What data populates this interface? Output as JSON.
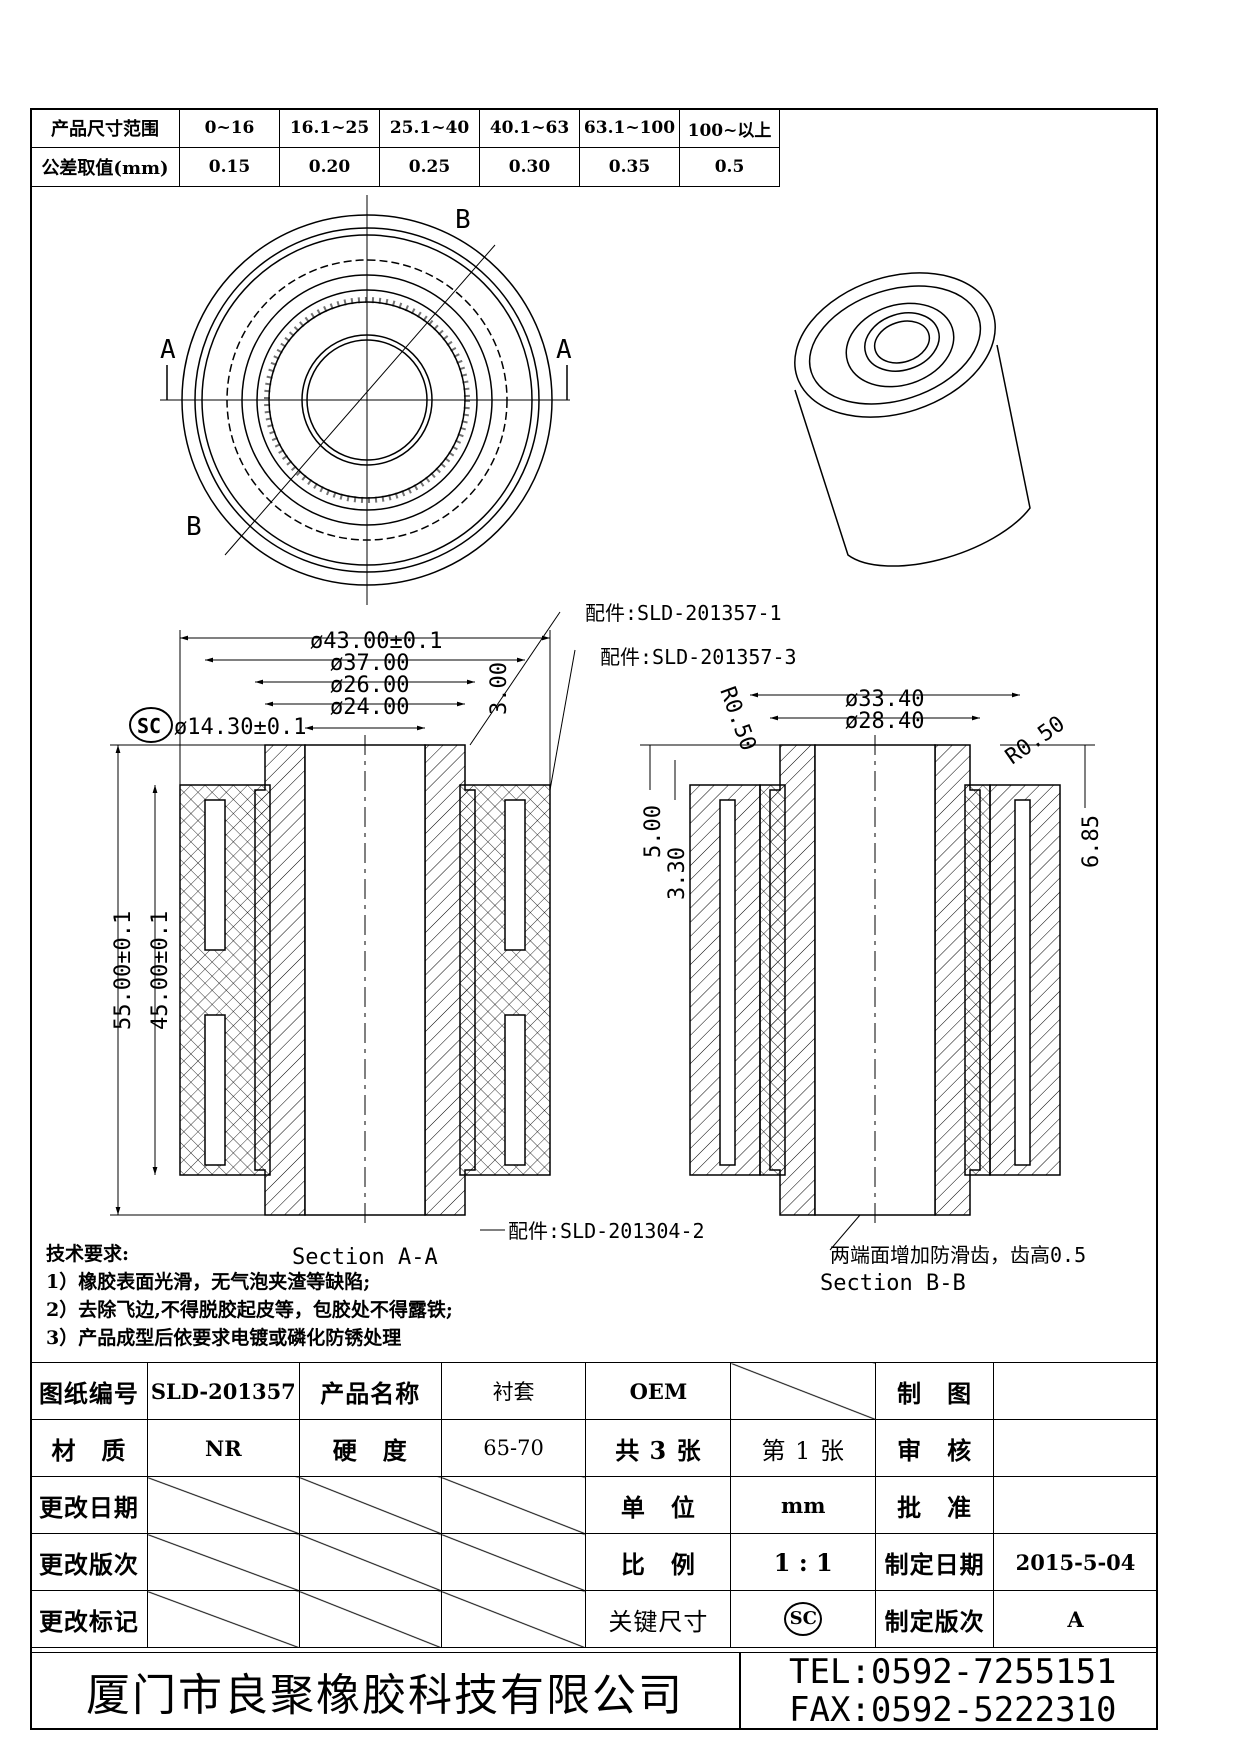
{
  "tolerance": {
    "row1_label": "产品尺寸范围",
    "row1": [
      "0~16",
      "16.1~25",
      "25.1~40",
      "40.1~63",
      "63.1~100",
      "100~以上"
    ],
    "row2_label": "公差取值(mm)",
    "row2": [
      "0.15",
      "0.20",
      "0.25",
      "0.30",
      "0.35",
      "0.5"
    ]
  },
  "top_view": {
    "section_a": "A",
    "section_b": "B"
  },
  "section_aa": {
    "caption": "Section A-A",
    "dim_outer": "ø43.00±0.1",
    "dim_37": "ø37.00",
    "dim_26": "ø26.00",
    "dim_24": "ø24.00",
    "dim_bore": "ø14.30±0.1",
    "dim_flange": "3.00",
    "dim_len_outer": "55.00±0.1",
    "dim_len_inner": "45.00±0.1",
    "sc_mark": "SC",
    "part1": "配件:SLD-201357-1",
    "part3": "配件:SLD-201357-3",
    "part2": "配件:SLD-201304-2"
  },
  "section_bb": {
    "caption": "Section B-B",
    "dim_334": "ø33.40",
    "dim_284": "ø28.40",
    "r1": "R0.50",
    "r2": "R0.50",
    "d500": "5.00",
    "d330": "3.30",
    "d685": "6.85",
    "note": "两端面增加防滑齿，齿高0.5"
  },
  "tech": {
    "heading": "技术要求:",
    "lines": [
      "1）橡胶表面光滑，无气泡夹渣等缺陷;",
      "2）去除飞边,不得脱胶起皮等，包胶处不得露铁;",
      "3）产品成型后依要求电镀或磷化防锈处理"
    ]
  },
  "titleblock": {
    "drawing_no_label": "图纸编号",
    "drawing_no": "SLD-201357",
    "product_label": "产品名称",
    "product": "衬套",
    "oem": "OEM",
    "drawn_label": "制　图",
    "material_label": "材　质",
    "material": "NR",
    "hardness_label": "硬　度",
    "hardness": "65-70",
    "sheets_total": "共 3 张",
    "sheet_no": "第 1 张",
    "check_label": "审　核",
    "change_date_label": "更改日期",
    "unit_label": "单　位",
    "unit": "mm",
    "approve_label": "批　准",
    "change_rev_label": "更改版次",
    "scale_label": "比　例",
    "scale": "1 : 1",
    "made_date_label": "制定日期",
    "made_date": "2015-5-04",
    "change_mark_label": "更改标记",
    "key_dim_label": "关键尺寸",
    "key_dim_symbol": "SC",
    "made_rev_label": "制定版次",
    "made_rev": "A"
  },
  "company": "厦门市良聚橡胶科技有限公司",
  "tel": "TEL:0592-7255151",
  "fax": "FAX:0592-5222310"
}
